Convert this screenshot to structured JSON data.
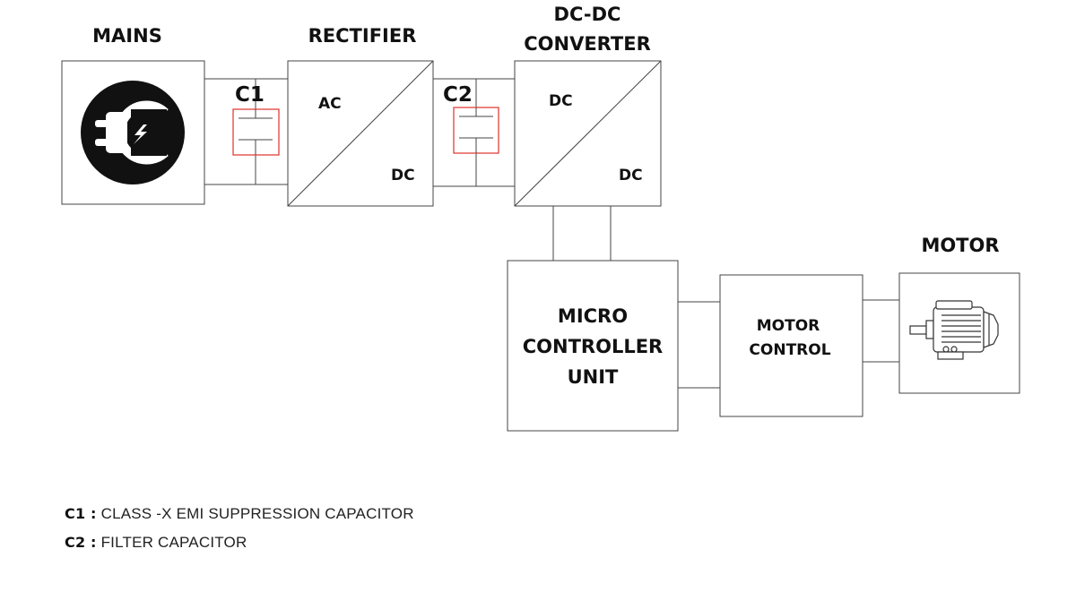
{
  "blocks": {
    "mains": "MAINS",
    "rectifier": "RECTIFIER",
    "rectifier_in": "AC",
    "rectifier_out": "DC",
    "dcdc_line1": "DC-DC",
    "dcdc_line2": "CONVERTER",
    "dcdc_in": "DC",
    "dcdc_out": "DC",
    "mcu_line1": "MICRO",
    "mcu_line2": "CONTROLLER",
    "mcu_line3": "UNIT",
    "motor_control_line1": "MOTOR",
    "motor_control_line2": "CONTROL",
    "motor": "MOTOR"
  },
  "capacitors": {
    "c1": "C1",
    "c2": "C2"
  },
  "legend": [
    {
      "key": "C1 :",
      "text": "CLASS -X  EMI SUPPRESSION CAPACITOR"
    },
    {
      "key": "C2 :",
      "text": "FILTER CAPACITOR"
    }
  ],
  "icons": {
    "mains": "power-plug-icon",
    "motor": "electric-motor-icon"
  },
  "colors": {
    "capacitor_highlight": "#e0413a",
    "line": "#333333"
  }
}
